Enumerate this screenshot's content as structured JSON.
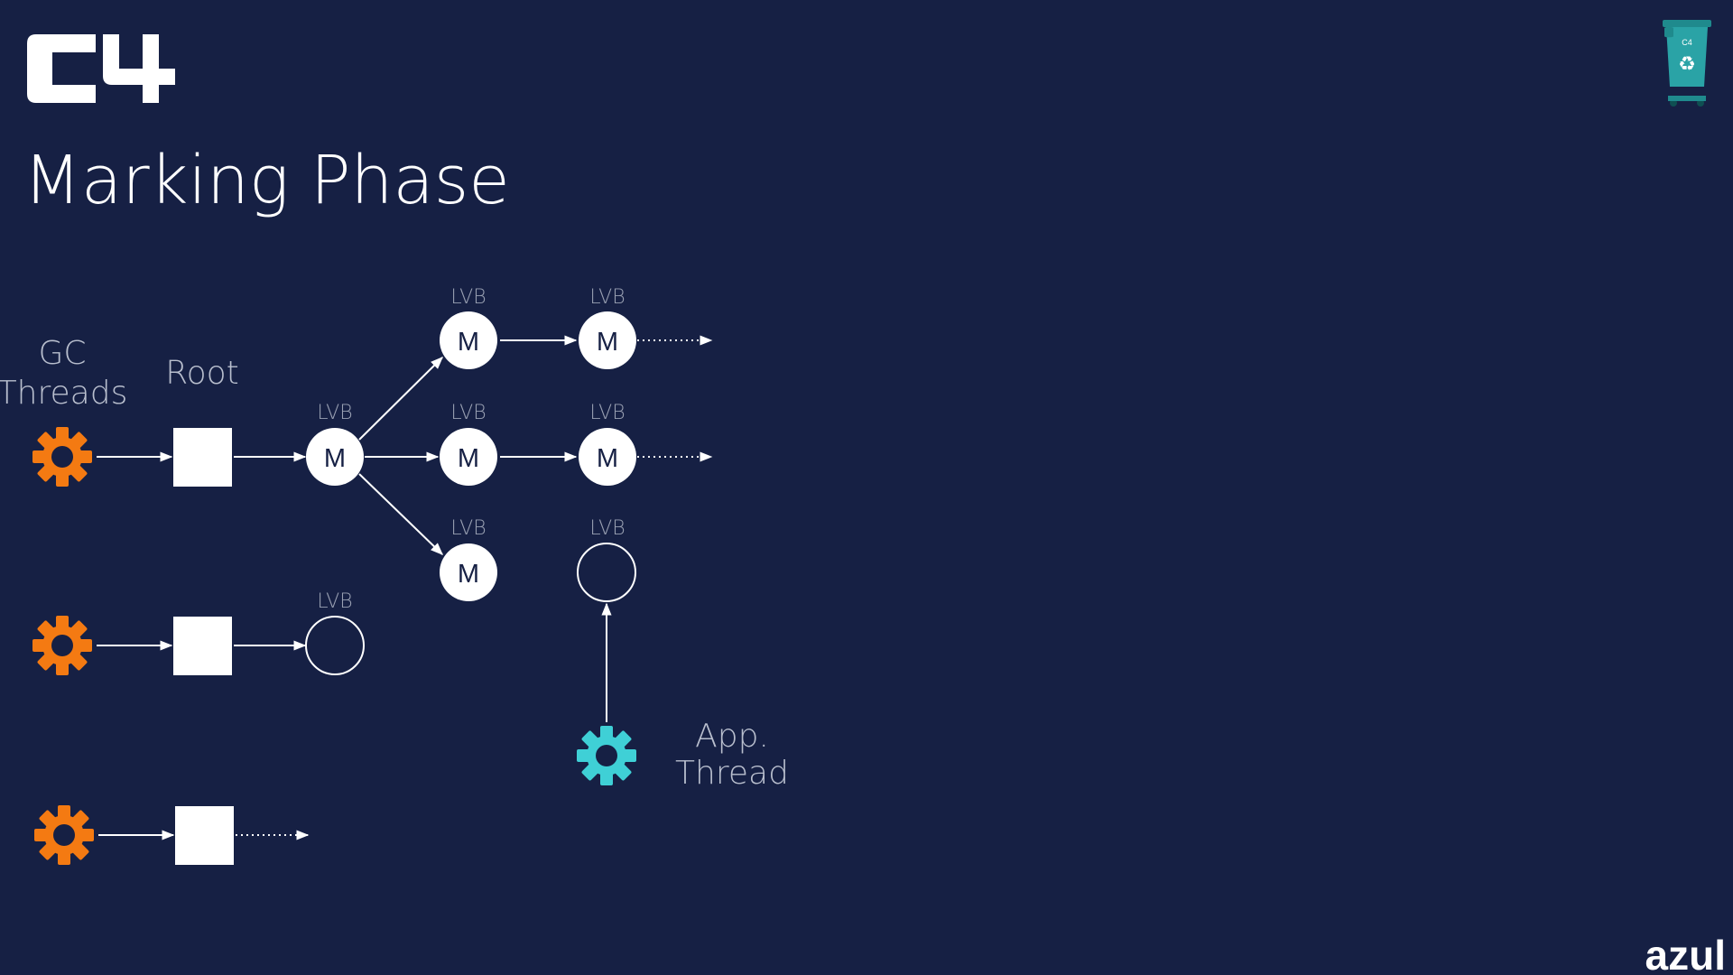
{
  "logo": {
    "text": "C4"
  },
  "title": "Marking Phase",
  "brand": "azul",
  "bin_label": "C4",
  "colors": {
    "background": "#162044",
    "gc_gear": "#f47a12",
    "app_gear": "#3fd0d6",
    "node": "#ffffff",
    "label": "#b9bfce",
    "bin": "#2aa3a6"
  },
  "labels": {
    "gc_threads_line1": "GC",
    "gc_threads_line2": "Threads",
    "root": "Root",
    "app_thread_line1": "App.",
    "app_thread_line2": "Thread",
    "lvb": "LVB",
    "marked": "M"
  }
}
